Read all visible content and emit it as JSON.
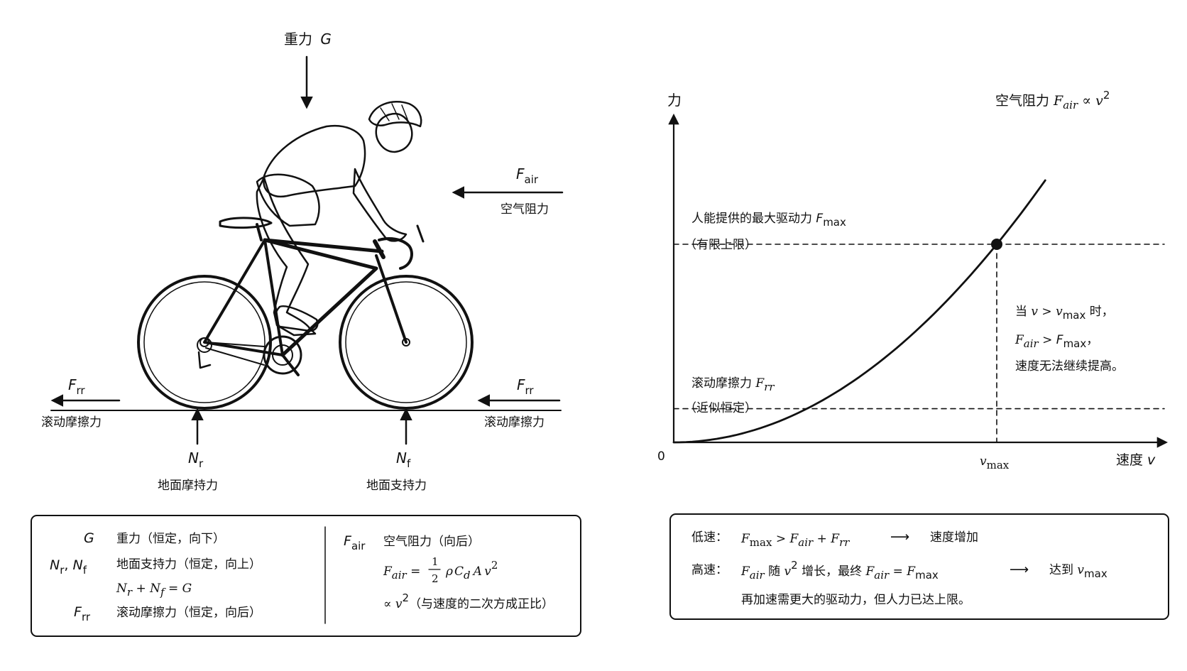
{
  "force_diagram": {
    "gravity": {
      "label": "重力",
      "symbol": "G"
    },
    "air": {
      "symbol": "F",
      "sub": "air",
      "label": "空气阻力"
    },
    "rolling_left": {
      "symbol": "F",
      "sub": "rr",
      "label": "滚动摩擦力"
    },
    "rolling_right": {
      "symbol": "F",
      "sub": "rr",
      "label": "滚动摩擦力"
    },
    "normal_rear": {
      "symbol": "N",
      "sub": "r",
      "label": "地面摩持力"
    },
    "normal_front": {
      "symbol": "N",
      "sub": "f",
      "label": "地面支持力"
    }
  },
  "legend_left": {
    "g_sym": "G",
    "g_desc": "重力（恒定，向下）",
    "n_sym_a": "N",
    "n_sub_a": "r",
    "n_sep": ", ",
    "n_sym_b": "N",
    "n_sub_b": "f",
    "n_desc": "地面支持力（恒定，向上）",
    "n_eq": {
      "a": "N",
      "a_sub": "r",
      "plus": " + ",
      "b": "N",
      "b_sub": "f",
      "eq": " = ",
      "c": "G"
    },
    "frr_sym": "F",
    "frr_sub": "rr",
    "frr_desc": "滚动摩擦力（恒定，向后）",
    "fair_sym": "F",
    "fair_sub": "air",
    "fair_desc": "空气阻力（向后）",
    "formula": {
      "lhs": "F",
      "lhs_sub": "air",
      "eq": " = ",
      "num": "1",
      "den": "2",
      "rho": "ρ",
      "c": "C",
      "c_sub": "d",
      "a": "A",
      "v": "v",
      "exp": "2"
    },
    "prop": {
      "sym": "∝ v",
      "exp": "2",
      "note": "（与速度的二次方成正比）"
    }
  },
  "chart": {
    "y_label": "力",
    "x_label": "速度 ",
    "x_label_sym": "v",
    "origin": "0",
    "vmax_sym": "v",
    "vmax_sub": "max",
    "curve_label": "空气阻力 ",
    "curve_sym": "F",
    "curve_sub": "air",
    "curve_prop": " ∝ v",
    "curve_exp": "2",
    "fmax_line1": "人能提供的最大驱动力 ",
    "fmax_sym": "F",
    "fmax_sub": "max",
    "fmax_line2": "（有限上限）",
    "frr_line1": "滚动摩擦力 ",
    "frr_sym": "F",
    "frr_sub": "rr",
    "frr_line2": "（近似恒定）",
    "note_1a": "当 ",
    "note_1_v": "v",
    "note_1_gt": " > ",
    "note_1_vm": "v",
    "note_1_vm_sub": "max",
    "note_1b": " 时，",
    "note_2_f": "F",
    "note_2_fsub": "air",
    "note_2_gt": " > ",
    "note_2_fm": "F",
    "note_2_fmsub": "max",
    "note_2_end": "，",
    "note_3": "速度无法继续提高。"
  },
  "chart_data": {
    "type": "line",
    "title": "",
    "xlabel": "速度 v",
    "ylabel": "力",
    "series": [
      {
        "name": "空气阻力 F_air ∝ v²",
        "x": [
          0,
          0.2,
          0.4,
          0.6,
          0.8,
          1.0,
          1.15
        ],
        "y": [
          0,
          0.04,
          0.16,
          0.36,
          0.64,
          1.0,
          1.32
        ]
      }
    ],
    "reference_lines": [
      {
        "label": "人能提供的最大驱动力 F_max（有限上限）",
        "y": 1.0
      },
      {
        "label": "滚动摩擦力 F_rr（近似恒定）",
        "y": 0.17
      },
      {
        "label": "v_max",
        "x": 1.0
      }
    ],
    "grid": false
  },
  "legend_right": {
    "low_label": "低速：",
    "low_expr": {
      "a": "F",
      "a_sub": "max",
      "gt": " > ",
      "b": "F",
      "b_sub": "air",
      "plus": " + ",
      "c": "F",
      "c_sub": "rr"
    },
    "low_arrow": "⟶",
    "low_result": "速度增加",
    "high_label": "高速：",
    "high_a": "F",
    "high_a_sub": "air",
    "high_mid": " 随 ",
    "high_v": "v",
    "high_v_exp": "2",
    "high_mid2": " 增长，最终 ",
    "high_b": "F",
    "high_b_sub": "air",
    "high_eq": " = ",
    "high_c": "F",
    "high_c_sub": "max",
    "high_arrow": "⟶",
    "high_result": "达到 ",
    "high_result_v": "v",
    "high_result_sub": "max",
    "high_line2": "再加速需更大的驱动力，但人力已达上限。"
  }
}
